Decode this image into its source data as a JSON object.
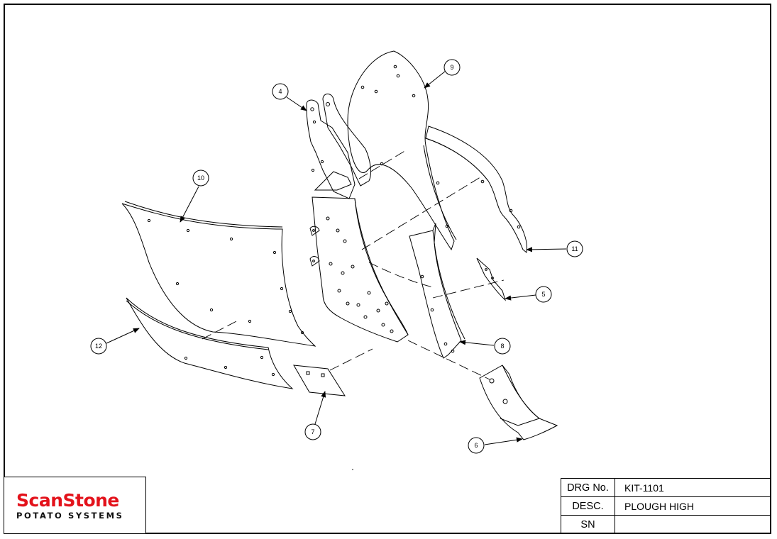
{
  "logo": {
    "brand": "ScanStone",
    "tagline": "POTATO SYSTEMS",
    "brand_color": "#e3121b"
  },
  "title_block": {
    "drg_label": "DRG No.",
    "drg_value": "KIT-1101",
    "desc_label": "DESC.",
    "desc_value": "PLOUGH HIGH",
    "sn_label": "SN",
    "sn_value": ""
  },
  "callouts": [
    "4",
    "9",
    "10",
    "11",
    "5",
    "8",
    "12",
    "7",
    "6"
  ]
}
